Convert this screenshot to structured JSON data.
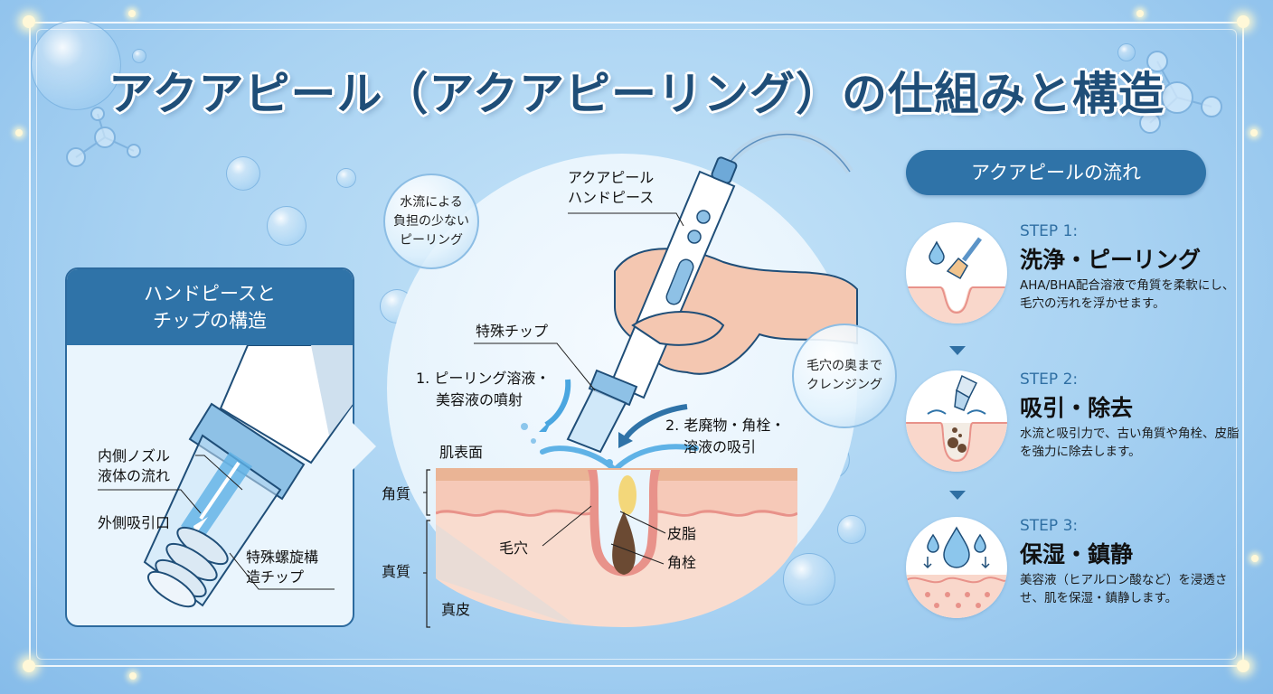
{
  "title": "アクアピール（アクアピーリング）の仕組みと構造",
  "colors": {
    "title_text": "#1f4e78",
    "panel_header": "#2f73a8",
    "step_label": "#2f6fa3",
    "skin": "#f7d6c8",
    "skin_line": "#e8928a",
    "sebum": "#f3d77a",
    "plug": "#6b4a33",
    "water": "#5fb2e6"
  },
  "left_panel": {
    "header_line1": "ハンドピースと",
    "header_line2": "チップの構造",
    "labels": {
      "inner_nozzle_line1": "内側ノズル",
      "inner_nozzle_line2": "液体の流れ",
      "outer_suction": "外側吸引口",
      "spiral_tip_line1": "特殊螺旋構",
      "spiral_tip_line2": "造チップ"
    }
  },
  "center": {
    "bubble_left": {
      "line1": "水流による",
      "line2": "負担の少ない",
      "line3": "ピーリング"
    },
    "bubble_right": {
      "line1": "毛穴の奥まで",
      "line2": "クレンジング"
    },
    "handpiece_label_line1": "アクアピール",
    "handpiece_label_line2": "ハンドピース",
    "tip_label": "特殊チップ",
    "spray_label_line1": "1. ピーリング溶液・",
    "spray_label_line2": "美容液の噴射",
    "suction_label_line1": "2. 老廃物・角栓・",
    "suction_label_line2": "溶液の吸引",
    "skin_surface": "肌表面",
    "layer_stratum": "角質",
    "layer_dermis_outer": "真質",
    "layer_dermis": "真皮",
    "pore": "毛穴",
    "sebum": "皮脂",
    "plug": "角栓"
  },
  "flow": {
    "header": "アクアピールの流れ",
    "steps": [
      {
        "no": "STEP 1:",
        "title": "洗浄・ピーリング",
        "desc": "AHA/BHA配合溶液で角質を柔軟にし、毛穴の汚れを浮かせます。",
        "icon": "brush-droplet-icon"
      },
      {
        "no": "STEP 2:",
        "title": "吸引・除去",
        "desc": "水流と吸引力で、古い角質や角栓、皮脂を強力に除去します。",
        "icon": "suction-tip-icon"
      },
      {
        "no": "STEP 3:",
        "title": "保湿・鎮静",
        "desc": "美容液（ヒアルロン酸など）を浸透させ、肌を保湿・鎮静します。",
        "icon": "moisture-drops-icon"
      }
    ]
  }
}
